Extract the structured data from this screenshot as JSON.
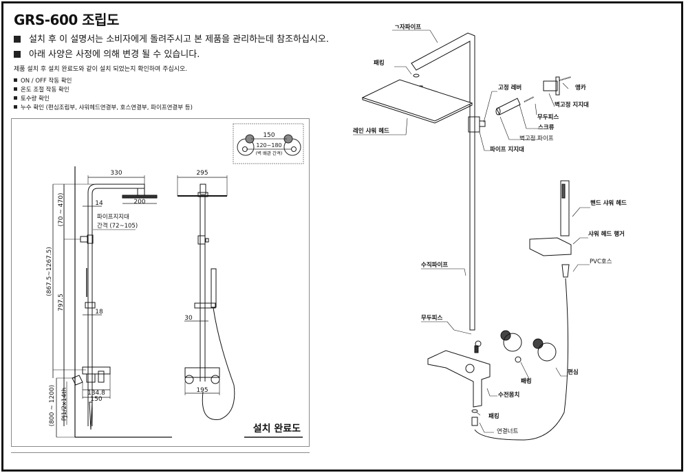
{
  "title": "GRS-600 조립도",
  "notes": [
    "설치 후 이 설명서는 소비자에게 돌려주시고 본 제품을 관리하는데 참조하십시오.",
    "아래 사양은 사정에 의해 변경 될 수 있습니다."
  ],
  "instruction": "제품 설치 후 설치 완료도와 같이 설치 되었는지 확인하여 주십시오.",
  "checklist": [
    "ON / OFF 작동 확인",
    "온도 조절 작동 확인",
    "토수량 확인",
    "누수 확인 (편심조립부, 샤워헤드연결부, 호스연결부, 파이프연결부 등)"
  ],
  "inset": {
    "dim_top": "150",
    "dim_bottom": "120~180",
    "caption": "(벽 배관 간격)"
  },
  "side_view": {
    "dims": {
      "top_width": "330",
      "head_width": "200",
      "pipe_dia": "14",
      "bracket_label_1": "파이프지지대",
      "bracket_label_2": "간격 (72~105)",
      "vert_range": "(70 ~ 470)",
      "total_range": "(867.5~1267.5)",
      "height": "797.5",
      "slide_dia": "18",
      "faucet_depth": "134.8",
      "faucet_width": "150",
      "mount_range": "(800 ~ 1200)",
      "thread": "PJ1/2x14th"
    }
  },
  "front_view": {
    "dims": {
      "head_width": "295",
      "bar_dia": "30",
      "faucet_width": "195"
    },
    "caption": "설치 완료도"
  },
  "parts": [
    {
      "id": "l-pipe",
      "label": "ㄱ자파이프"
    },
    {
      "id": "packing-top",
      "label": "패킹"
    },
    {
      "id": "rain-head",
      "label": "레인 샤워 헤드"
    },
    {
      "id": "lever",
      "label": "고정 레버"
    },
    {
      "id": "anchor",
      "label": "앵카"
    },
    {
      "id": "wall-bracket",
      "label": "벽고정 지지대"
    },
    {
      "id": "screw-m",
      "label": "무두피스"
    },
    {
      "id": "screw",
      "label": "스크류"
    },
    {
      "id": "wall-pipe",
      "label": "벽고정 파이프"
    },
    {
      "id": "pipe-bracket",
      "label": "파이프 지지대"
    },
    {
      "id": "hand-head",
      "label": "핸드 샤워 헤드"
    },
    {
      "id": "hanger",
      "label": "샤워 헤드 행거"
    },
    {
      "id": "pvc-hose",
      "label": "PVC호스"
    },
    {
      "id": "vertical-pipe",
      "label": "수직파이프"
    },
    {
      "id": "screw-m2",
      "label": "무두피스"
    },
    {
      "id": "eccentric",
      "label": "편심"
    },
    {
      "id": "packing-mid",
      "label": "패킹"
    },
    {
      "id": "faucet-body",
      "label": "수전몸치"
    },
    {
      "id": "packing-bot",
      "label": "패킹"
    },
    {
      "id": "nut",
      "label": "연결너트"
    }
  ]
}
